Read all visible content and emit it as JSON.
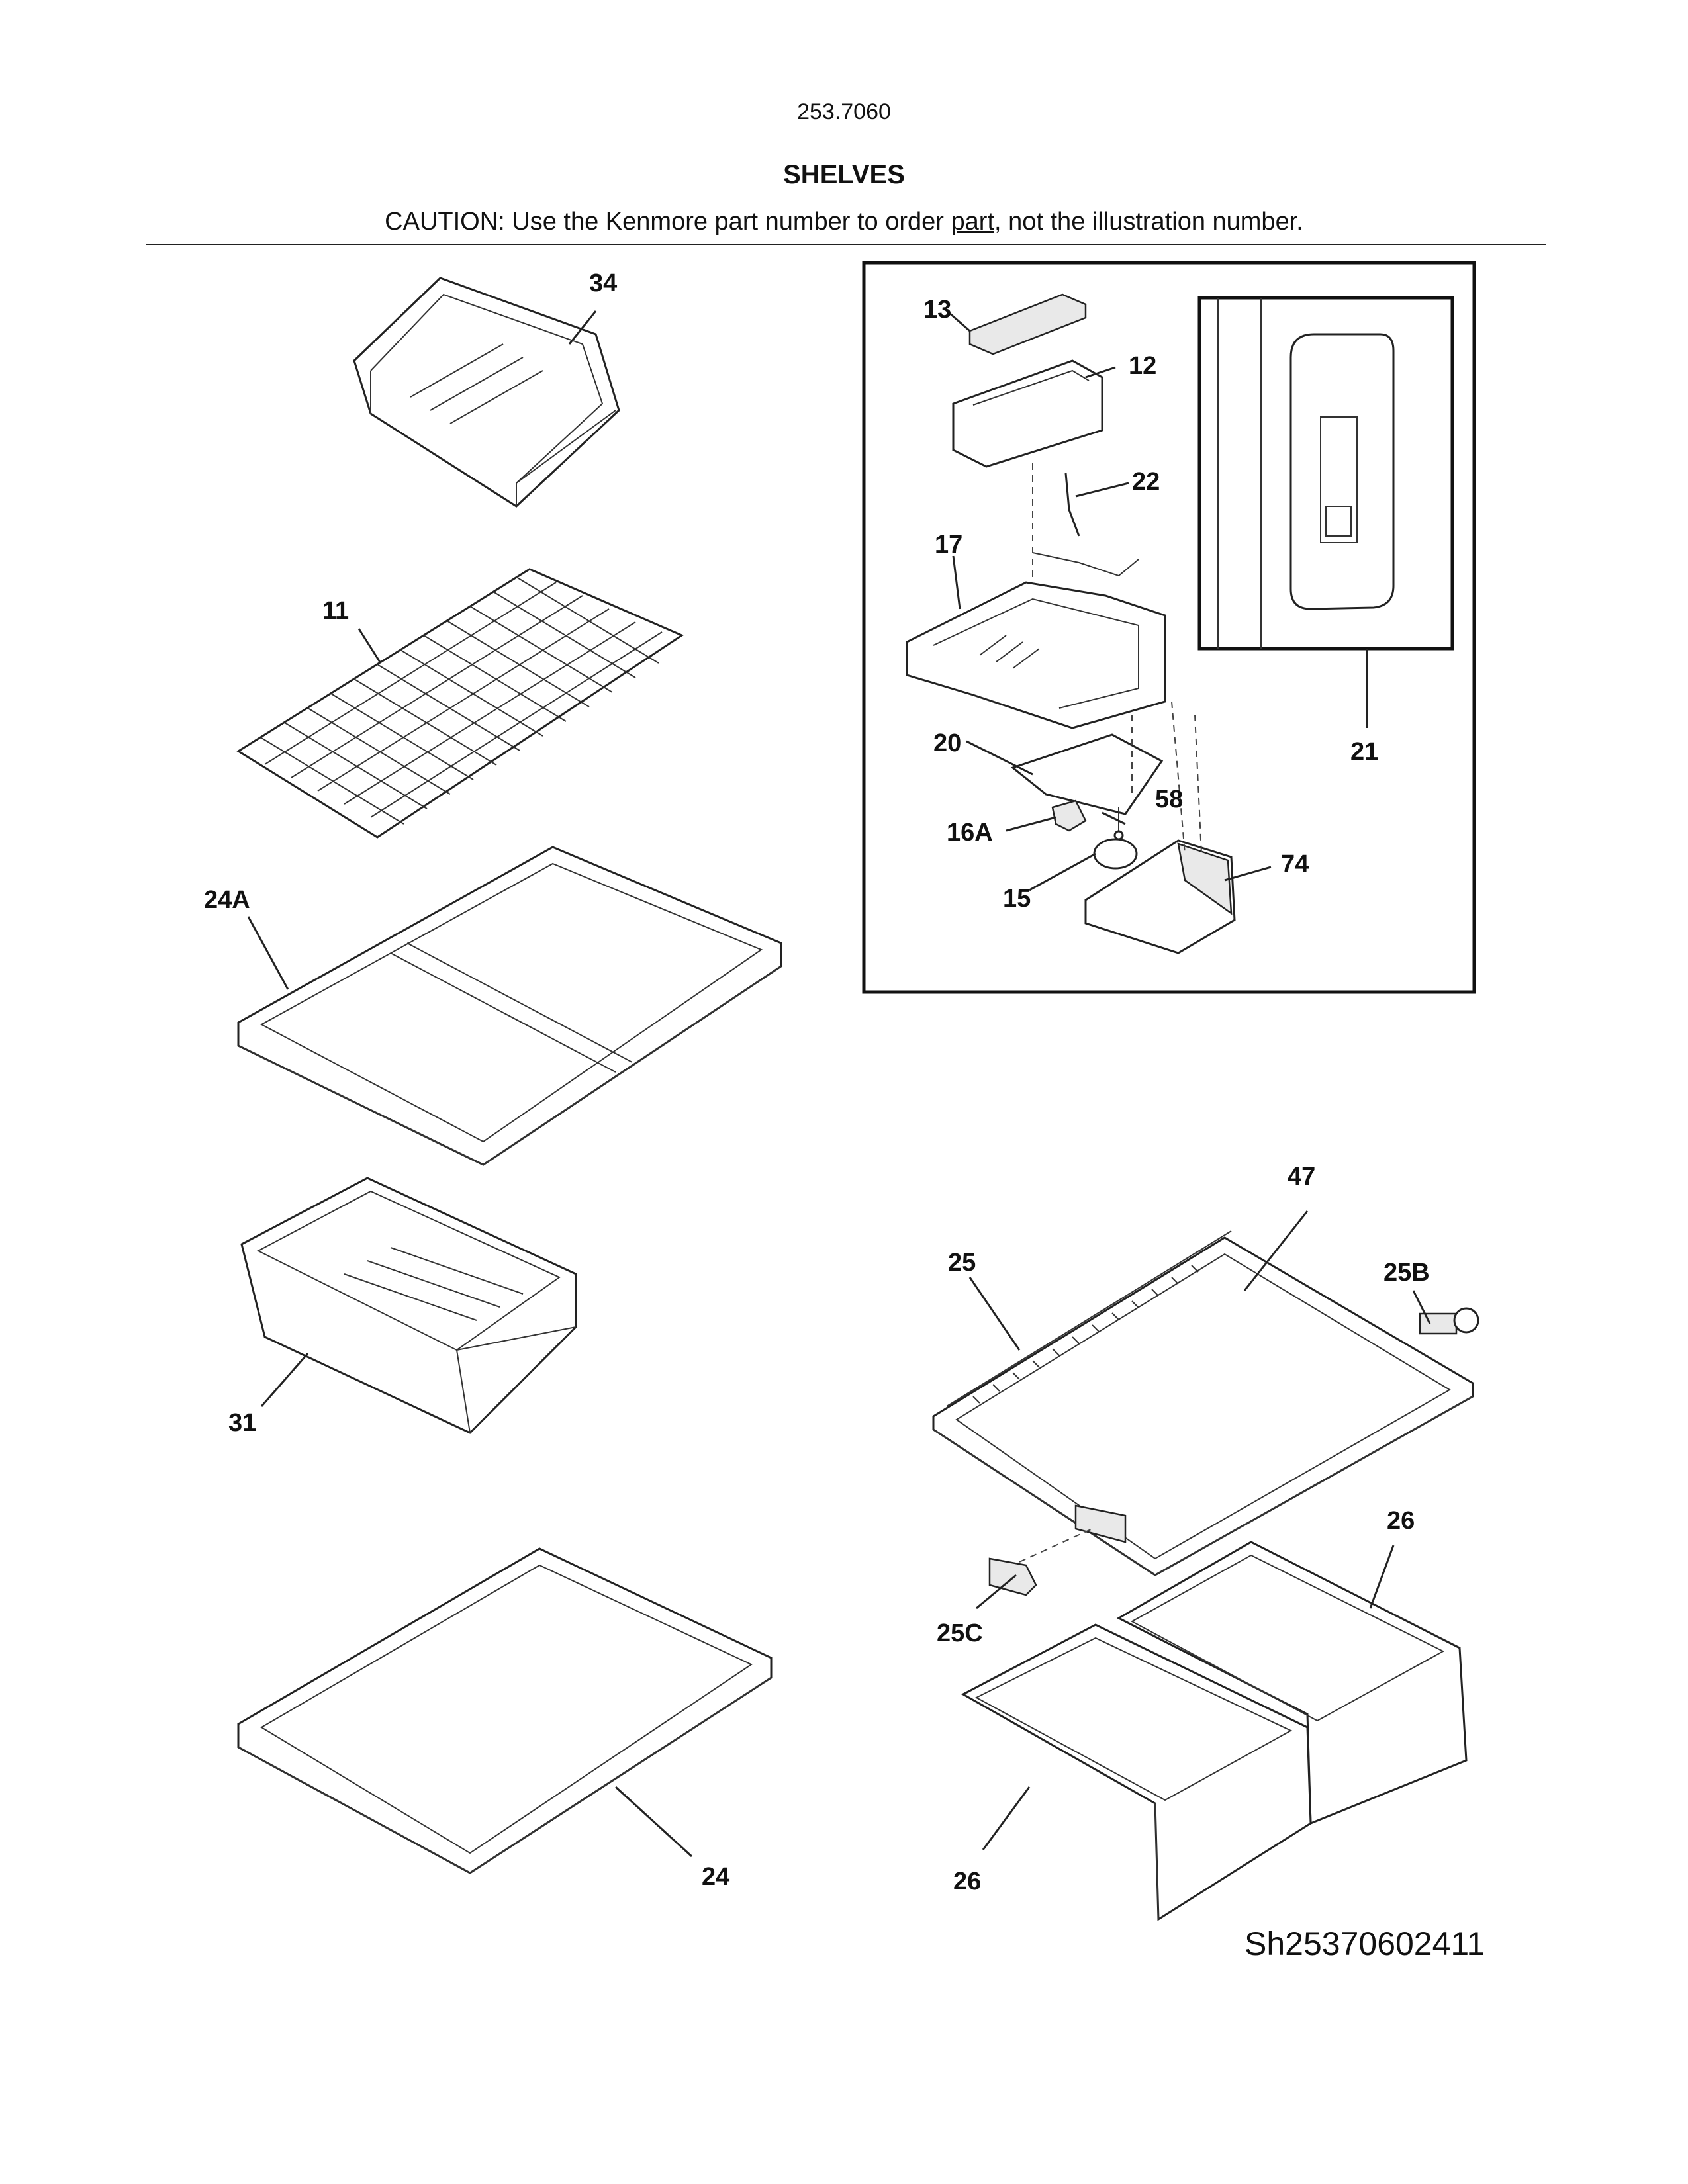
{
  "header": {
    "model_number": "253.7060",
    "title": "SHELVES",
    "caution_before": "CAUTION: Use the Kenmore part number to order ",
    "caution_link": "part",
    "caution_after": ", not the illustration number."
  },
  "callouts": {
    "c34": "34",
    "c11": "11",
    "c24A": "24A",
    "c31": "31",
    "c24": "24",
    "c13": "13",
    "c12": "12",
    "c22": "22",
    "c17": "17",
    "c20": "20",
    "c58": "58",
    "c16A": "16A",
    "c15": "15",
    "c74": "74",
    "c21": "21",
    "c47": "47",
    "c25": "25",
    "c25B": "25B",
    "c26a": "26",
    "c25C": "25C",
    "c26b": "26"
  },
  "footer": {
    "sheet_id": "Sh25370602411"
  }
}
